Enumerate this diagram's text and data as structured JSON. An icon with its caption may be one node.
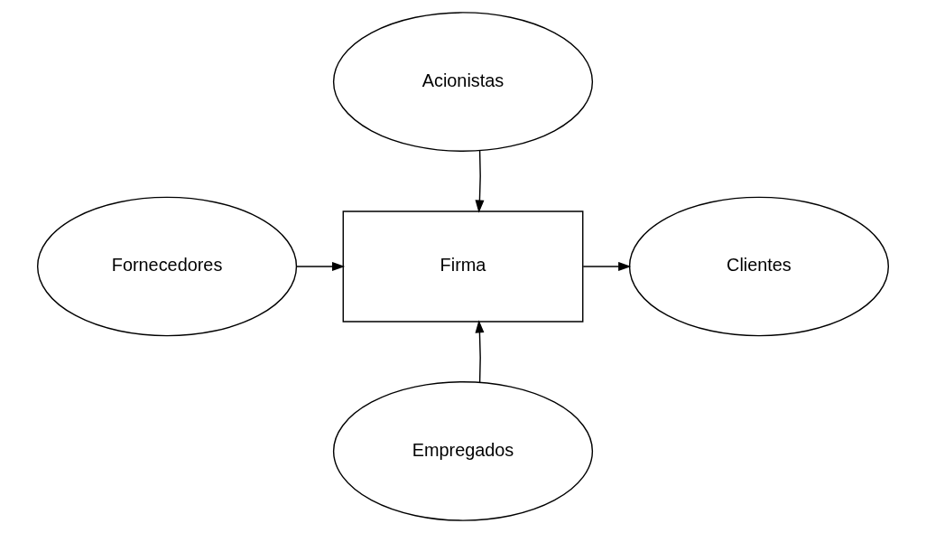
{
  "diagram": {
    "nodes": [
      {
        "text": [
          "Acionistas"
        ]
      },
      {
        "text": [
          "Fornecedores"
        ]
      },
      {
        "text": [
          "Firma"
        ]
      },
      {
        "text": [
          "Clientes"
        ]
      },
      {
        "text": [
          "Empregados"
        ]
      }
    ],
    "edges": [
      {
        "from": 0,
        "to": 2,
        "arrow": "to"
      },
      {
        "from": 1,
        "to": 2,
        "arrow": "to"
      },
      {
        "from": 2,
        "to": 3,
        "arrow": "to"
      },
      {
        "from": 4,
        "to": 2,
        "arrow": "to"
      }
    ]
  }
}
